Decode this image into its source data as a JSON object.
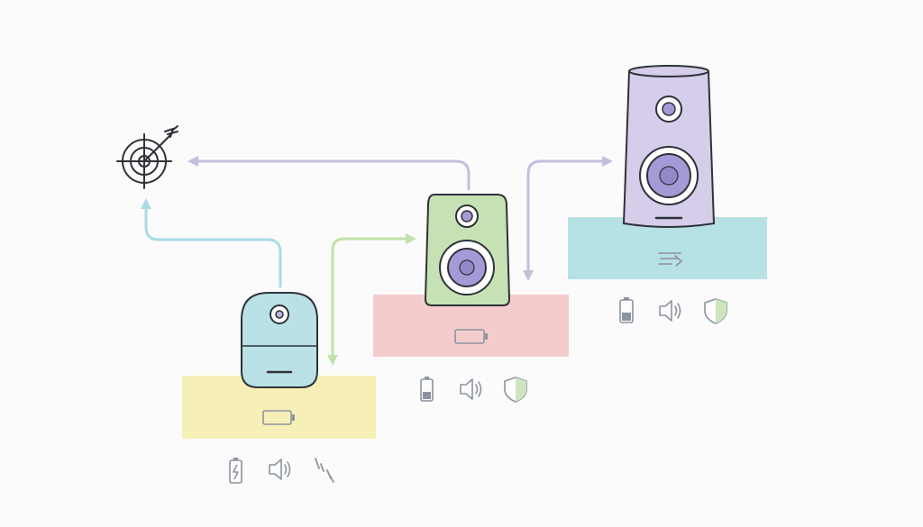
{
  "colors": {
    "background": "#fbfbfb",
    "outline": "#2f3238",
    "icon_gray": "#8c93a0",
    "tier1_platform": "#f7f0b6",
    "tier1_device": "#b9e1e6",
    "tier2_platform": "#f5cccc",
    "tier2_device": "#c6e2b4",
    "tier3_platform": "#b6e1e5",
    "tier3_device": "#d6cdeb",
    "cone": "#a59ad6",
    "arrow_blue": "#a9dbe5",
    "arrow_green": "#c2e1a8",
    "arrow_purple": "#c4bedf",
    "shield_green": "#cfe5bf"
  },
  "diagram": {
    "goal": {
      "icon": "target-arrow-icon"
    },
    "tiers": [
      {
        "device": "smart-speaker-small-icon",
        "platform_icon": "battery-icon",
        "stats": [
          "battery-charging-icon",
          "speaker-volume-icon",
          "signal-icon"
        ]
      },
      {
        "device": "bookshelf-speaker-icon",
        "platform_icon": "battery-icon",
        "stats": [
          "battery-icon",
          "speaker-volume-icon",
          "shield-icon"
        ]
      },
      {
        "device": "tower-speaker-icon",
        "platform_icon": "equalizer-icon",
        "stats": [
          "battery-icon",
          "speaker-volume-icon",
          "shield-icon"
        ]
      }
    ],
    "arrows": [
      {
        "from": "tier-1-device",
        "to": "goal",
        "color": "arrow_blue"
      },
      {
        "from": "tier-1-platform",
        "to": "tier-2-device",
        "color": "arrow_green"
      },
      {
        "from": "tier-2-device",
        "to": "goal",
        "color": "arrow_purple"
      },
      {
        "from": "tier-2-platform",
        "to": "tier-3-device",
        "color": "arrow_purple"
      }
    ]
  }
}
